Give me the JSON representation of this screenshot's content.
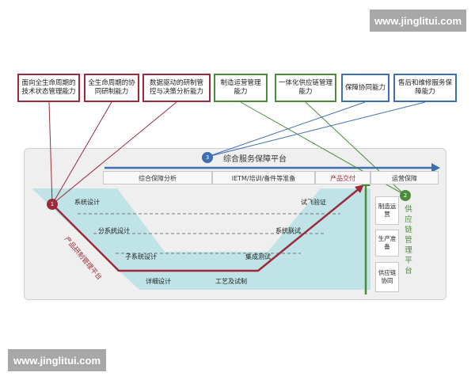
{
  "watermark": {
    "top": "www.jinglitui.com",
    "bottom": "www.jinglitui.com"
  },
  "capabilities": [
    {
      "text": "面向全生命周期的技术状态管理能力",
      "color": "#9c2a3a"
    },
    {
      "text": "全生命周期的协同研制能力",
      "color": "#9c2a3a"
    },
    {
      "text": "数据驱动的研制管控与决策分析能力",
      "color": "#9c2a3a"
    },
    {
      "text": "制造运营管理能力",
      "color": "#4b8b3b"
    },
    {
      "text": "一体化供应链管理能力",
      "color": "#4b8b3b"
    },
    {
      "text": "保障协同能力",
      "color": "#3d6fb0"
    },
    {
      "text": "售后和维修服务保障能力",
      "color": "#3d6fb0"
    }
  ],
  "service_platform": {
    "number": "3",
    "title": "综合服务保障平台",
    "color": "#3d6fb0"
  },
  "phases": [
    "综合保障分析",
    "IETM/培训/备件等准备",
    "产品交付",
    "运营保障"
  ],
  "rd_platform": {
    "number": "1",
    "title": "产品研制管理平台",
    "color": "#9c2a3a"
  },
  "v_labels": {
    "left": [
      "系统设计",
      "分系统设计",
      "子系统设计",
      "详细设计"
    ],
    "right": [
      "试飞验证",
      "系统联试",
      "集成测试",
      "工艺及试制"
    ]
  },
  "supply_platform": {
    "number": "2",
    "title": "供应链管理平台",
    "color": "#4b8b3b",
    "boxes": [
      "制造运营",
      "生产准备",
      "供应链协同"
    ]
  },
  "colors": {
    "red": "#9c2a3a",
    "green": "#4b8b3b",
    "blue": "#3d6fb0",
    "teal": "#bfe3e6"
  }
}
